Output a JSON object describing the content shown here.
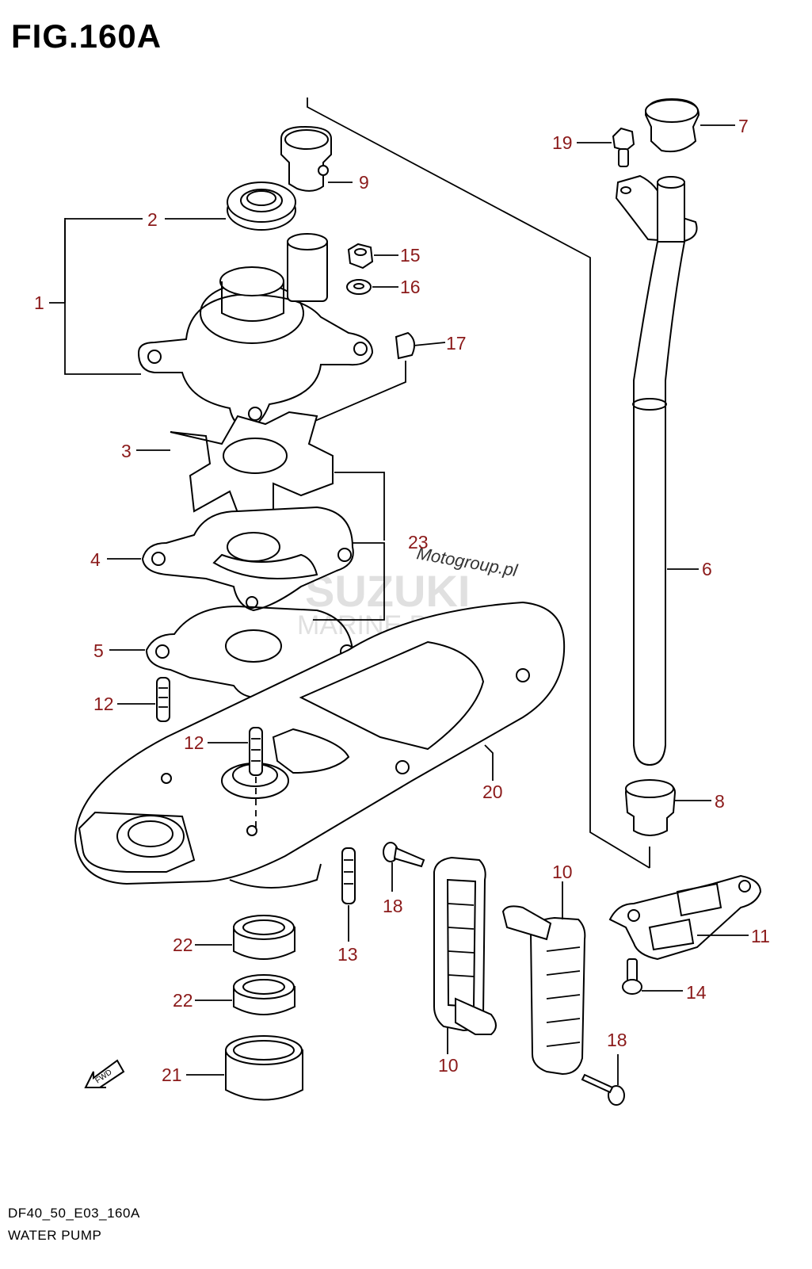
{
  "figure": {
    "title": "FIG.160A",
    "code": "DF40_50_E03_160A",
    "name": "WATER PUMP"
  },
  "watermark": {
    "brand": "SUZUKI",
    "sub": "MARINE PARTS",
    "site": "Motogroup.pl"
  },
  "fwd_label": "FWD",
  "callouts": [
    "1",
    "2",
    "3",
    "4",
    "5",
    "6",
    "7",
    "8",
    "9",
    "10",
    "10",
    "11",
    "12",
    "12",
    "13",
    "14",
    "15",
    "16",
    "17",
    "18",
    "18",
    "19",
    "20",
    "21",
    "22",
    "22",
    "23"
  ]
}
